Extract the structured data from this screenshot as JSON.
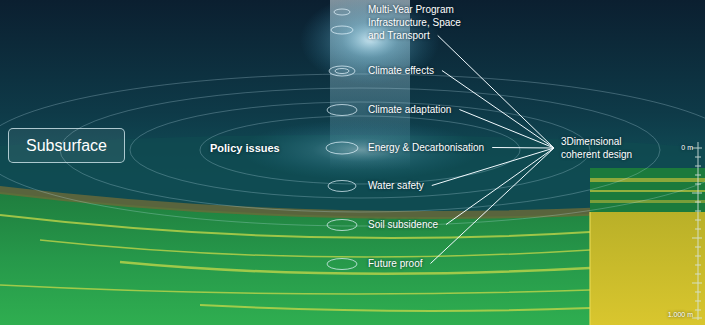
{
  "diagram": {
    "nodes": [
      {
        "text": [
          "Subsurface"
        ]
      }
    ],
    "labels": [
      "Policy issues",
      "Multi-Year Program Infrastructure, Space and Transport",
      "Climate effects",
      "Climate adaptation",
      "Energy & Decarbonisation",
      "Water safety",
      "Soil subsidence",
      "Future proof",
      "3Dimensional coherent design",
      "0 m",
      "1.000 m"
    ]
  }
}
